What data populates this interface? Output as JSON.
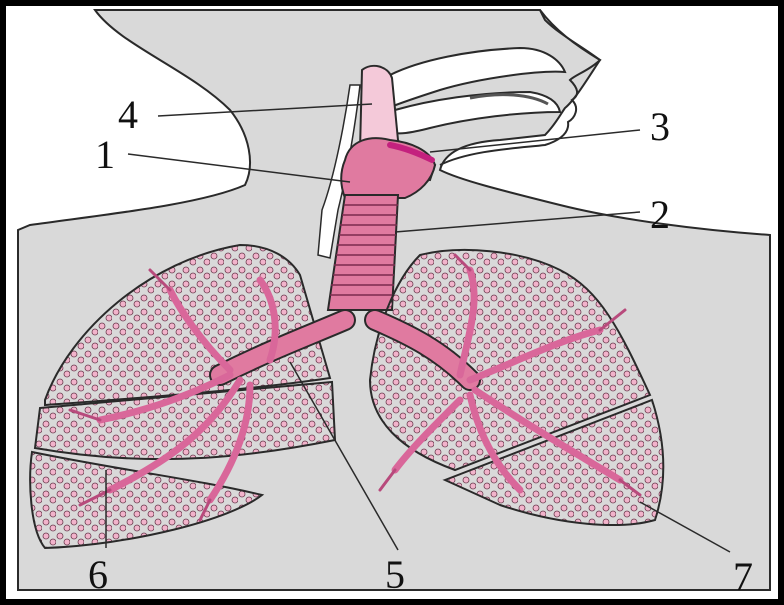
{
  "figure": {
    "labels": [
      {
        "id": "1",
        "text": "1"
      },
      {
        "id": "2",
        "text": "2"
      },
      {
        "id": "3",
        "text": "3"
      },
      {
        "id": "4",
        "text": "4"
      },
      {
        "id": "5",
        "text": "5"
      },
      {
        "id": "6",
        "text": "6"
      },
      {
        "id": "7",
        "text": "7"
      }
    ]
  },
  "colors": {
    "body": "#d9d9d9",
    "outline": "#2a2a2a",
    "airway": "#e07aa0",
    "airway_dark": "#c44d7e",
    "pharynx": "#f4c9d9",
    "alveoli": "#f2b3cb",
    "lung_fill": "#ffffff",
    "frame": "#000000"
  }
}
